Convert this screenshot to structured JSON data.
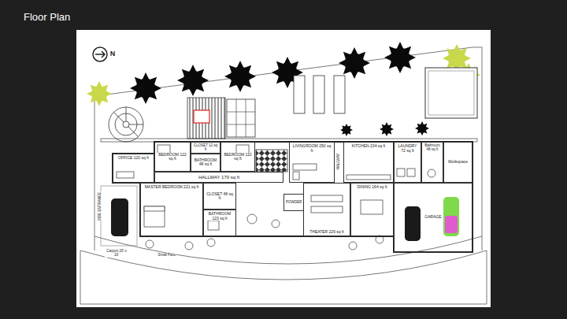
{
  "diagram": {
    "title": "Floor Plan",
    "nodes": [
      {
        "text": [
          "BEDROOM 122 sq ft"
        ]
      },
      {
        "text": [
          "CLOSET 12 sq ft"
        ]
      },
      {
        "text": [
          "BATHROOM 48 sq ft"
        ]
      },
      {
        "text": [
          "BEDROOM 110 sq ft"
        ]
      },
      {
        "text": [
          "LIVINGROOM 250 sq ft"
        ]
      },
      {
        "text": [
          "KITCHEN 234 sq ft"
        ]
      },
      {
        "text": [
          "LAUNDRY 72 sq ft"
        ]
      },
      {
        "text": [
          "Bathroom 48 sq ft"
        ]
      },
      {
        "text": [
          "Workspace"
        ]
      },
      {
        "text": [
          "OFFICE 120 sq ft"
        ]
      },
      {
        "text": [
          "HALLWAY 170 sq ft"
        ]
      },
      {
        "text": [
          "MASTER BEDROOM 221 sq ft"
        ]
      },
      {
        "text": [
          "CLOSET 48 sq ft"
        ]
      },
      {
        "text": [
          "BATHROOM 123 sq ft"
        ]
      },
      {
        "text": [
          "POWDER"
        ]
      },
      {
        "text": [
          "THEATER 226 sq ft"
        ]
      },
      {
        "text": [
          "DINING 164 sq ft"
        ]
      },
      {
        "text": [
          "GARAGE"
        ]
      }
    ],
    "labels": [
      "N",
      "HALLWAY",
      "SIDE ENTRANCE",
      "Carport 20' x 10'",
      "Small Patio"
    ]
  }
}
